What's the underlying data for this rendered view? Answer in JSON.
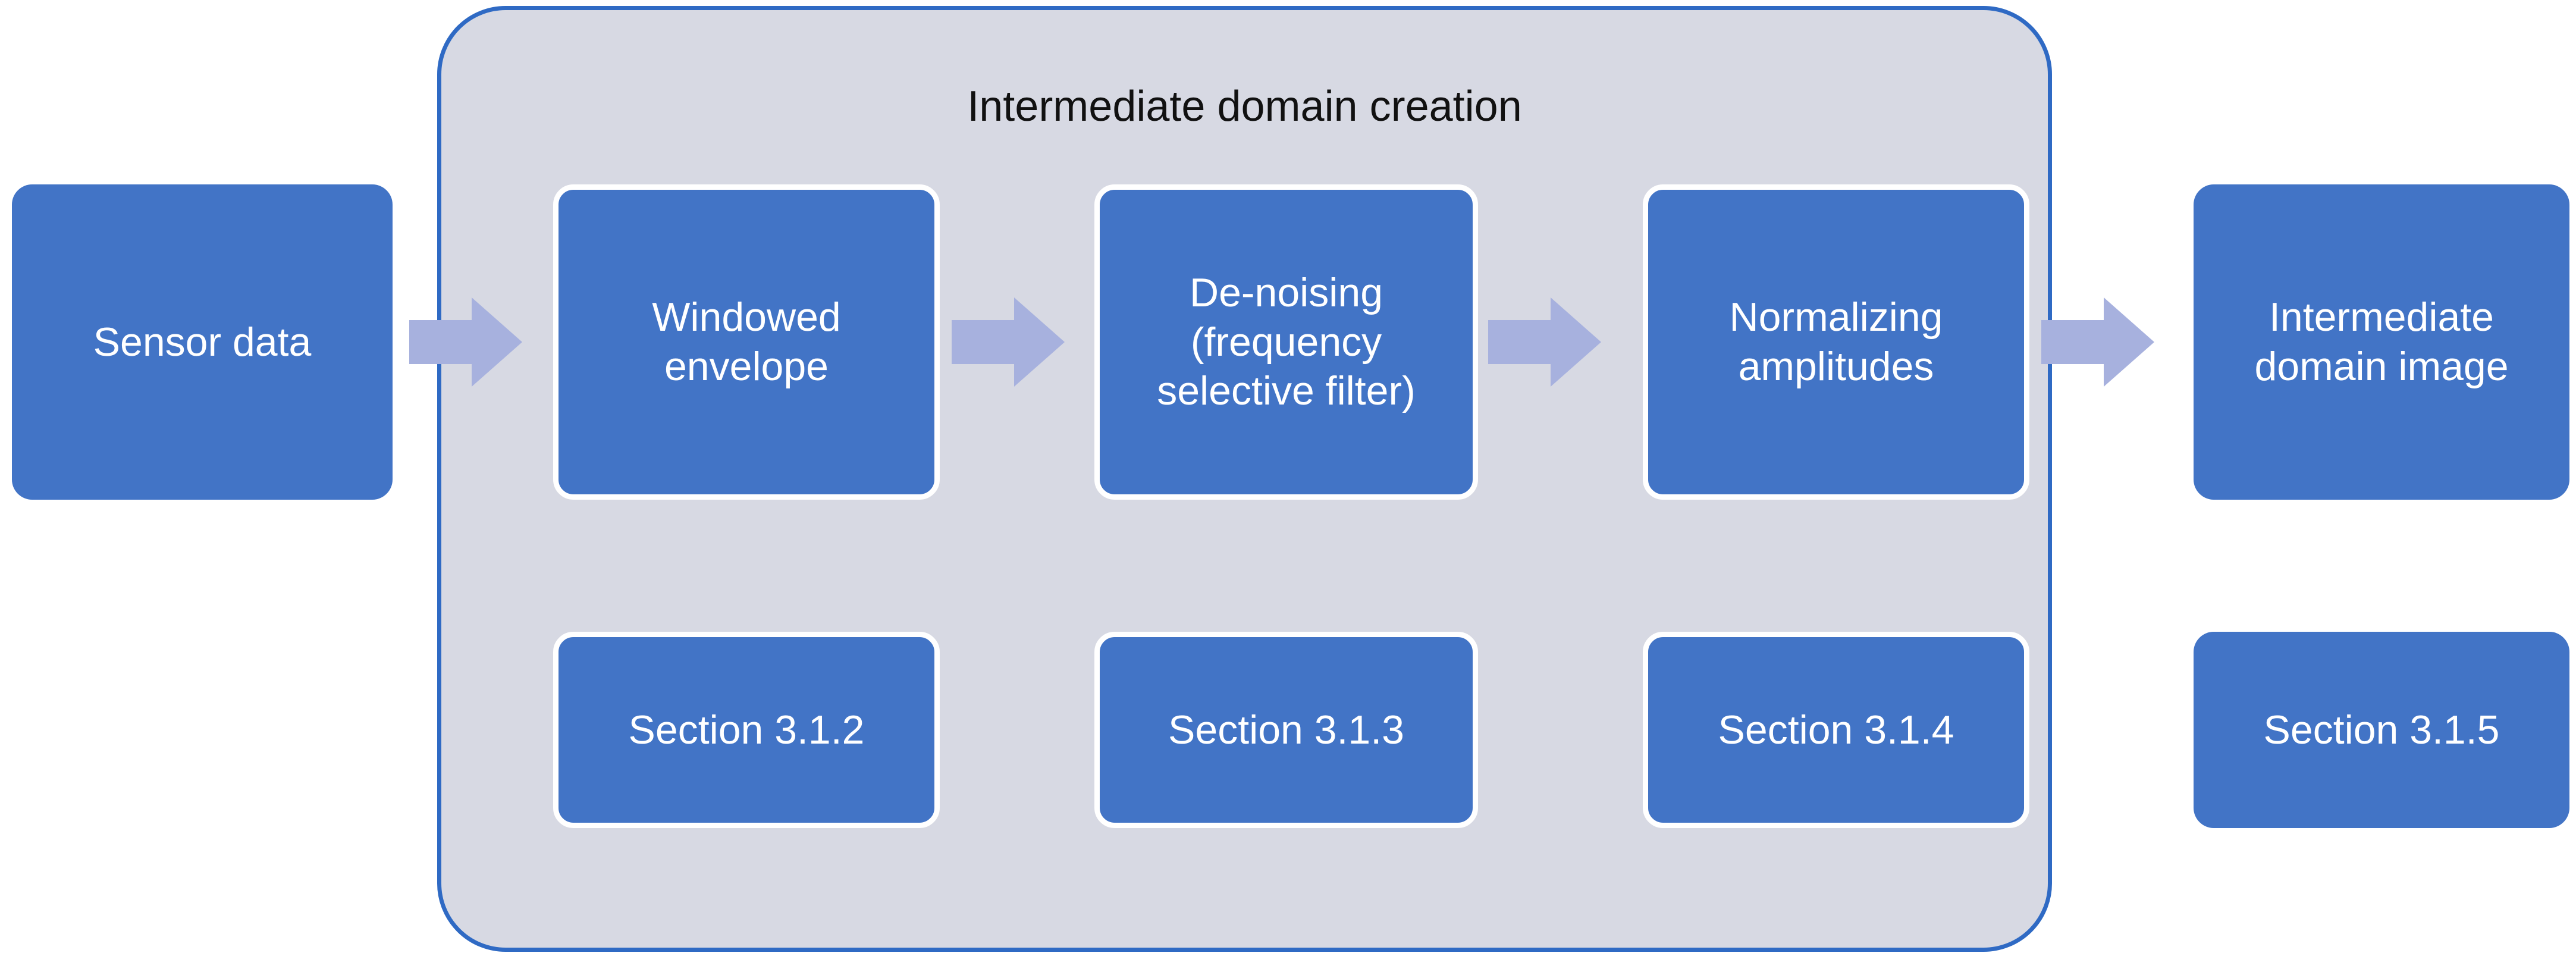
{
  "diagram": {
    "title": "Intermediate domain creation",
    "container": {
      "label": "Intermediate domain creation",
      "fill_color": "#D7D9E3",
      "border_color": "#2F6AC4"
    },
    "box_fill_color": "#4274C6",
    "box_text_color": "#FFFFFF",
    "arrow_color": "#A7B1DE",
    "pipeline": [
      {
        "id": "sensor-data",
        "label": "Sensor data",
        "section": null,
        "inside_container": false
      },
      {
        "id": "windowed-envelope",
        "label": "Windowed envelope",
        "section": "Section 3.1.2",
        "inside_container": true
      },
      {
        "id": "de-noising",
        "label": "De-noising (frequency selective filter)",
        "section": "Section 3.1.3",
        "inside_container": true
      },
      {
        "id": "normalizing-amplitudes",
        "label": "Normalizing amplitudes",
        "section": "Section 3.1.4",
        "inside_container": true
      },
      {
        "id": "intermediate-domain-image",
        "label": "Intermediate domain image",
        "section": "Section 3.1.5",
        "inside_container": false
      }
    ],
    "arrows": [
      {
        "id": "arrow-sensor-to-windowed",
        "icon": "right-block-arrow-icon",
        "direction": "right"
      },
      {
        "id": "arrow-windowed-to-denoising",
        "icon": "right-block-arrow-icon",
        "direction": "right"
      },
      {
        "id": "arrow-denoising-to-normalizing",
        "icon": "right-block-arrow-icon",
        "direction": "right"
      },
      {
        "id": "arrow-normalizing-to-image",
        "icon": "right-block-arrow-icon",
        "direction": "right"
      }
    ]
  }
}
